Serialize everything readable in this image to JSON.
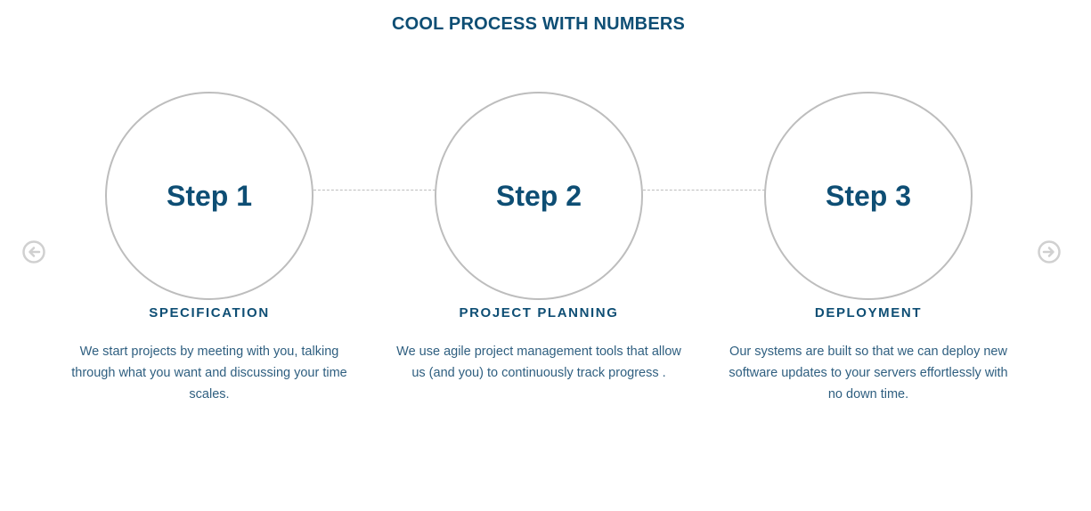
{
  "section": {
    "title": "COOL PROCESS WITH NUMBERS"
  },
  "steps": [
    {
      "label": "Step 1",
      "heading": "SPECIFICATION",
      "description": "We start projects by meeting with you, talking through what you want and discussing your time scales."
    },
    {
      "label": "Step 2",
      "heading": "PROJECT PLANNING",
      "description": "We use agile project management tools that allow us (and you) to continuously track progress ."
    },
    {
      "label": "Step 3",
      "heading": "DEPLOYMENT",
      "description": "Our systems are built so that we can deploy new software updates to your servers effortlessly with no down time."
    }
  ],
  "carousel": {
    "prev_icon": "circle-arrow-left-icon",
    "next_icon": "circle-arrow-right-icon",
    "arrow_color": "#d0d0d0"
  },
  "colors": {
    "accent": "#0e4e74",
    "circle_border": "#bdbdbd"
  }
}
